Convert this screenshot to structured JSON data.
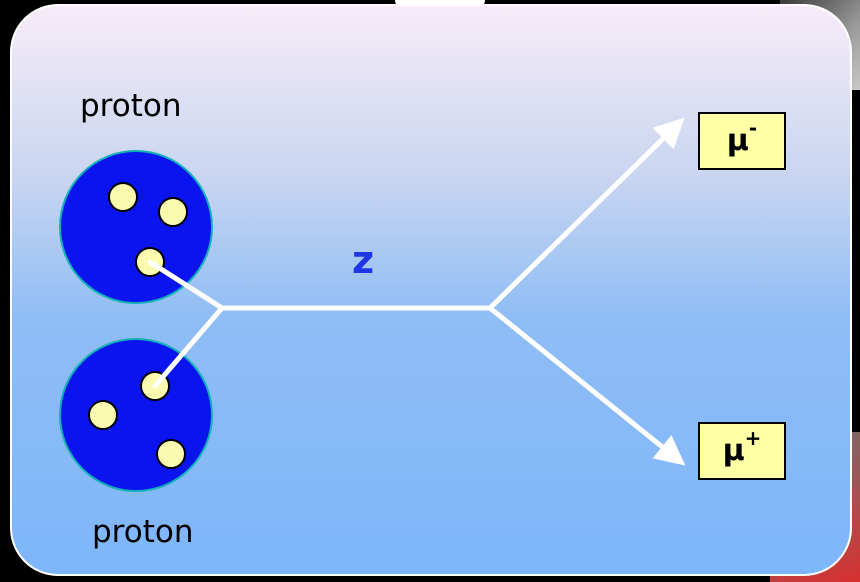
{
  "diagram": {
    "proton_top_label": "proton",
    "proton_bottom_label": "proton",
    "boson_label": "z",
    "muon_minus": {
      "symbol": "μ",
      "charge": "-"
    },
    "muon_plus": {
      "symbol": "μ",
      "charge": "+"
    }
  },
  "colors": {
    "proton_fill": "#0a14ee",
    "proton_border": "#14b0b8",
    "quark_fill": "#fbfbb0",
    "line": "#ffffff",
    "boson_text": "#1f36e6",
    "muon_box_fill": "#ffffa6"
  }
}
